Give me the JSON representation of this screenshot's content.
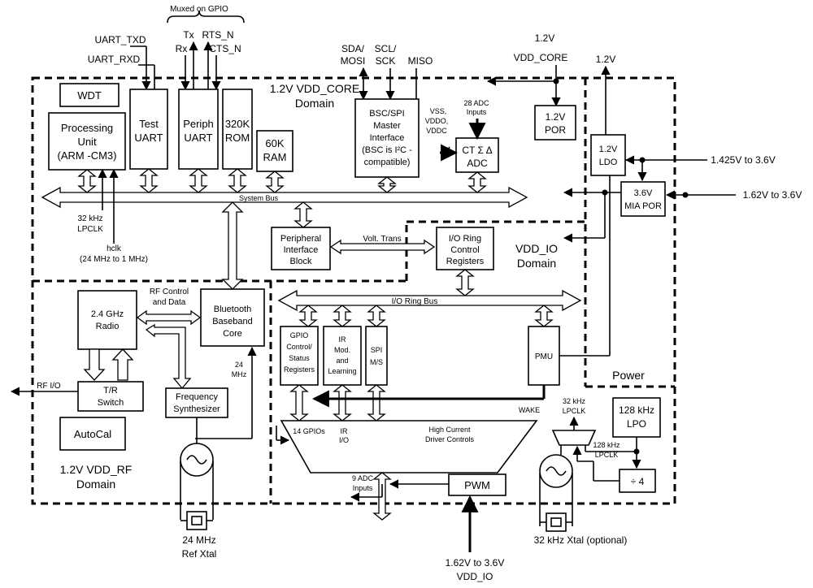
{
  "domains": {
    "core_l1": "1.2V VDD_CORE",
    "core_l2": "Domain",
    "io_l1": "VDD_IO",
    "io_l2": "Domain",
    "rf_l1": "1.2V VDD_RF",
    "rf_l2": "Domain",
    "power": "Power"
  },
  "top_signals": {
    "muxed": "Muxed on GPIO",
    "uart_txd": "UART_TXD",
    "uart_rxd": "UART_RXD",
    "tx": "Tx",
    "rx": "Rx",
    "rts": "RTS_N",
    "cts": "CTS_N",
    "sda1": "SDA/",
    "sda2": "MOSI",
    "scl1": "SCL/",
    "scl2": "SCK",
    "miso": "MISO",
    "vcore_v": "1.2V",
    "vcore_n": "VDD_CORE",
    "ldo_out": "1.2V"
  },
  "blocks": {
    "wdt": "WDT",
    "pu1": "Processing",
    "pu2": "Unit",
    "pu3": "(ARM -CM3)",
    "tu1": "Test",
    "tu2": "UART",
    "pu_a": "Periph",
    "pu_b": "UART",
    "rom1": "320K",
    "rom2": "ROM",
    "ram1": "60K",
    "ram2": "RAM",
    "bsc1": "BSC/SPI",
    "bsc2": "Master",
    "bsc3": "Interface",
    "bsc4": "(BSC is I²C -",
    "bsc5": "compatible)",
    "adc_in1": "VSS,",
    "adc_in2": "VDDO,",
    "adc_in3": "VDDC",
    "adc28a": "28 ADC",
    "adc28b": "Inputs",
    "adc1": "CT  Σ  Δ",
    "adc2": "ADC",
    "por1": "1.2V",
    "por2": "POR",
    "ldo1": "1.2V",
    "ldo2": "LDO",
    "mia1": "3.6V",
    "mia2": "MIA POR",
    "pib1": "Peripheral",
    "pib2": "Interface",
    "pib3": "Block",
    "volt": "Volt. Trans",
    "ioc1": "I/O Ring",
    "ioc2": "Control",
    "ioc3": "Registers",
    "radio1": "2.4 GHz",
    "radio2": "Radio",
    "bt1": "Bluetooth",
    "bt2": "Baseband",
    "bt3": "Core",
    "rfctl1": "RF Control",
    "rfctl2": "and Data",
    "tr1": "T/R",
    "tr2": "Switch",
    "fs1": "Frequency",
    "fs2": "Synthesizer",
    "autocal": "AutoCal",
    "gpio1": "GPIO",
    "gpio2": "Control/",
    "gpio3": "Status",
    "gpio4": "Registers",
    "ir1": "IR",
    "ir2": "Mod.",
    "ir3": "and",
    "ir4": "Learning",
    "spi1": "SPI",
    "spi2": "M/S",
    "pmu": "PMU",
    "lpo1": "128 kHz",
    "lpo2": "LPO",
    "div": "÷ 4",
    "pwm": "PWM",
    "hc1": "High Current",
    "hc2": "Driver Controls",
    "gpios14": "14 GPIOs",
    "irio1": "IR",
    "irio2": "I/O"
  },
  "labels": {
    "sysbus": "System Bus",
    "iobus": "I/O Ring Bus",
    "lp1": "32 kHz",
    "lp2": "LPCLK",
    "hclk1": "hclk",
    "hclk2": "(24 MHz to 1 MHz)",
    "mhz1": "24",
    "mhz2": "MHz",
    "rfio": "RF I/O",
    "wake": "WAKE",
    "adc9a": "9 ADC",
    "adc9b": "Inputs",
    "lpck1": "32 kHz",
    "lpck2": "LPCLK",
    "lpck3": "128 kHz",
    "lpck4": "LPCLK",
    "v1425": "1.425V to 3.6V",
    "v162": "1.62V to 3.6V",
    "vio1": "1.62V to 3.6V",
    "vio2": "VDD_IO",
    "xtal24a": "24 MHz",
    "xtal24b": "Ref Xtal",
    "xtal32": "32 kHz Xtal (optional)"
  }
}
